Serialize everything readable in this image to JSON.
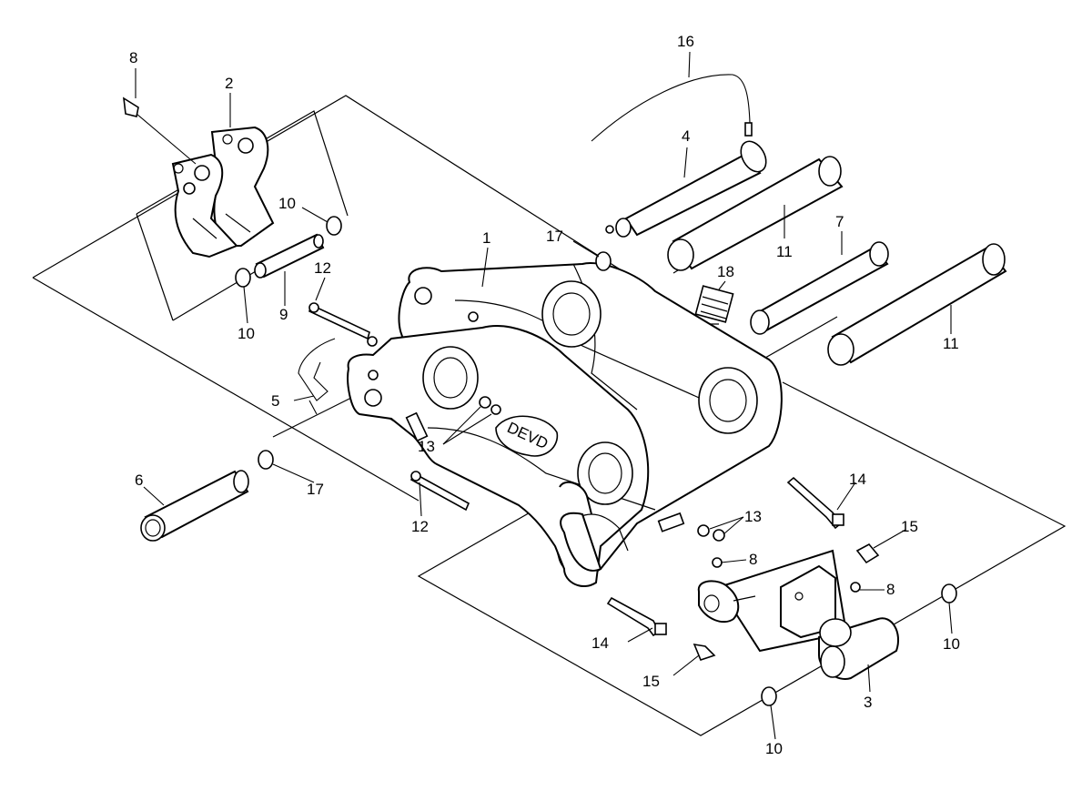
{
  "callouts": {
    "c1": "1",
    "c2": "2",
    "c3": "3",
    "c4": "4",
    "c5": "5",
    "c6": "6",
    "c7": "7",
    "c8a": "8",
    "c8b": "8",
    "c8c": "8",
    "c9": "9",
    "c10a": "10",
    "c10b": "10",
    "c10c": "10",
    "c10d": "10",
    "c11a": "11",
    "c11b": "11",
    "c12a": "12",
    "c12b": "12",
    "c13a": "13",
    "c13b": "13",
    "c14a": "14",
    "c14b": "14",
    "c15a": "15",
    "c15b": "15",
    "c16": "16",
    "c17a": "17",
    "c17b": "17",
    "c18": "18"
  },
  "logo_text": "DEVD"
}
